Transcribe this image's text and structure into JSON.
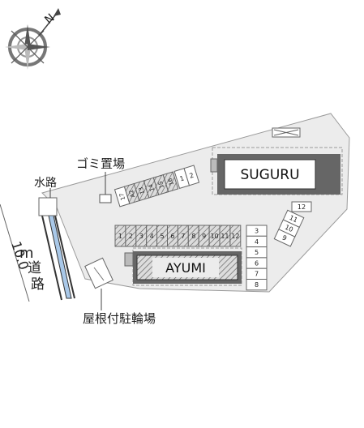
{
  "compass": {
    "north_letter": "N",
    "icon": "compass-rose"
  },
  "labels": {
    "water_channel": "水路",
    "garbage_area": "ゴミ置場",
    "bicycle_parking": "屋根付駐輪場",
    "road_width": "10.0",
    "road_unit": "m",
    "road_char1": "道",
    "road_char2": "路"
  },
  "buildings": {
    "building_a": "SUGURU",
    "building_b": "AYUMI"
  },
  "parking": {
    "row_top_right": [
      "1",
      "2"
    ],
    "row_diag": [
      "17",
      "A2",
      "13",
      "14",
      "15",
      "16"
    ],
    "row_middle": [
      "1",
      "2",
      "3",
      "4",
      "5",
      "6",
      "7",
      "8",
      "9",
      "10",
      "11",
      "12"
    ],
    "column_right": [
      "3",
      "4",
      "5",
      "6",
      "7",
      "8"
    ],
    "angled_right": [
      "12",
      "11",
      "10",
      "9"
    ]
  },
  "colors": {
    "site": "#ececec",
    "outline": "#9a9a9a",
    "building_border": "#555555",
    "water": "#a9c8e8"
  }
}
